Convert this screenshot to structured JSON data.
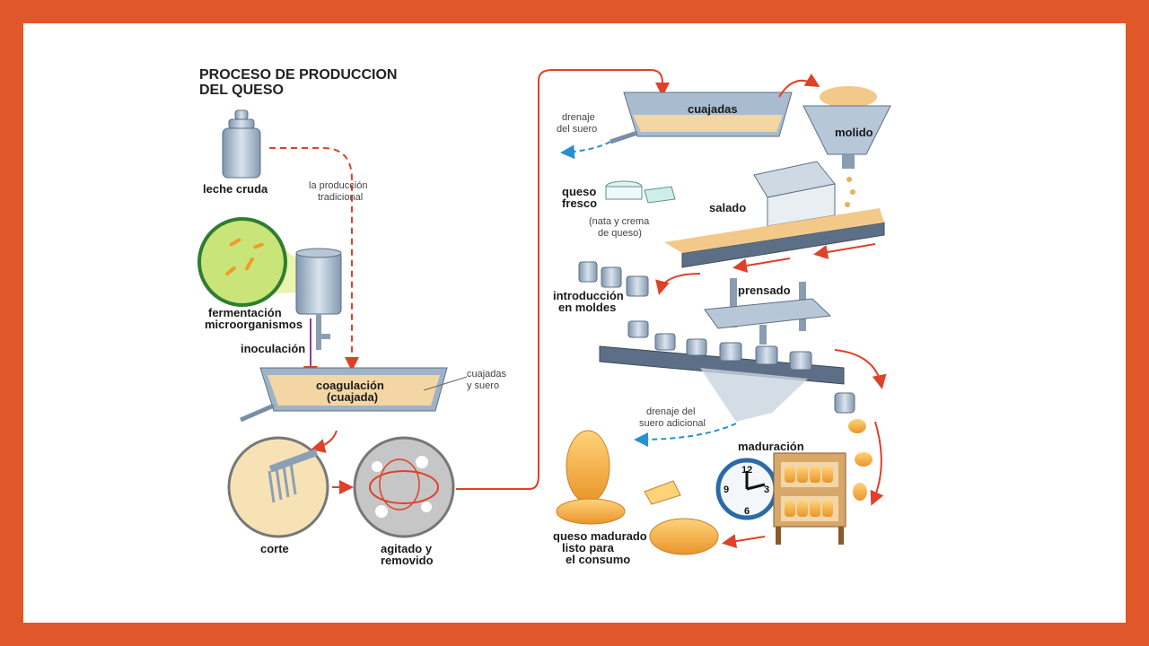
{
  "title": {
    "line1": "PROCESO DE PRODUCCION",
    "line2": "DEL QUESO"
  },
  "colors": {
    "frame": "#e0582a",
    "arrow": "#e0402a",
    "drain_arrow": "#2a8fd0",
    "curd": "#f3c98a",
    "cheese": "#f4a93a"
  },
  "labels": {
    "leche_cruda": "leche cruda",
    "produccion_tradicional_1": "la producción",
    "produccion_tradicional_2": "tradicional",
    "fermentacion_1": "fermentación",
    "fermentacion_2": "microorganismos",
    "inoculacion": "inoculación",
    "coagulacion_1": "coagulación",
    "coagulacion_2": "(cuajada)",
    "cuajadas_suero_1": "cuajadas",
    "cuajadas_suero_2": "y suero",
    "corte": "corte",
    "agitado_1": "agitado y",
    "agitado_2": "removido",
    "cuajadas": "cuajadas",
    "drenaje_suero_1": "drenaje",
    "drenaje_suero_2": "del suero",
    "molido": "molido",
    "queso_fresco_1": "queso",
    "queso_fresco_2": "fresco",
    "nata_1": "(nata y crema",
    "nata_2": "de queso)",
    "salado": "salado",
    "introduccion_1": "introducción",
    "introduccion_2": "en moldes",
    "prensado": "prensado",
    "drenaje_adicional_1": "drenaje del",
    "drenaje_adicional_2": "suero adicional",
    "maduracion": "maduración",
    "queso_madurado_1": "queso madurado",
    "queso_madurado_2": "listo para",
    "queso_madurado_3": "el consumo"
  },
  "clock": {
    "n12": "12",
    "n3": "3",
    "n6": "6",
    "n9": "9"
  }
}
